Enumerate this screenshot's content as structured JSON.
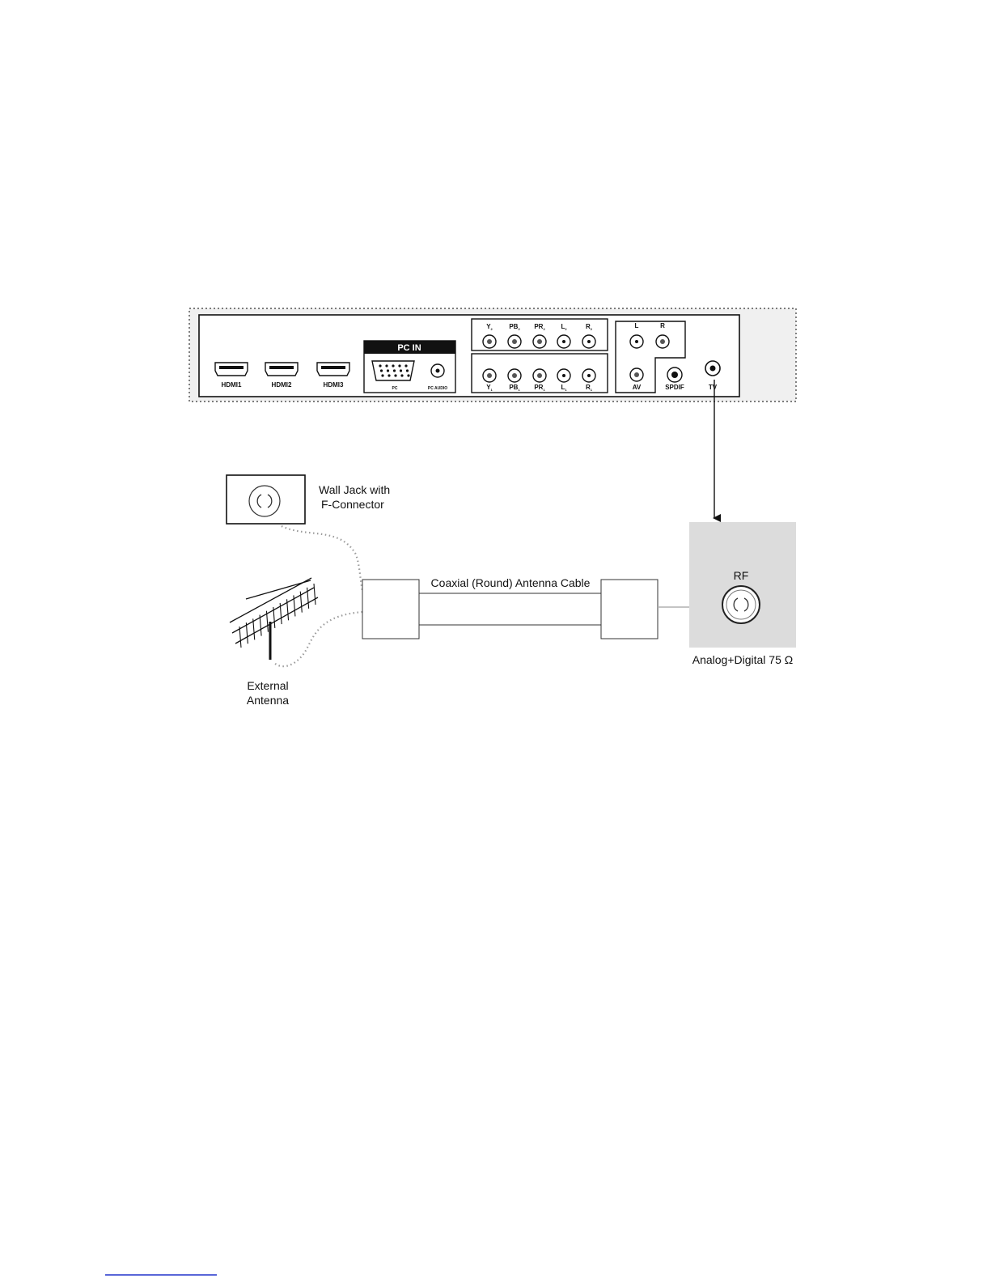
{
  "panel": {
    "hdmi": [
      "HDMI1",
      "HDMI2",
      "HDMI3"
    ],
    "pc_in_header": "PC IN",
    "pc_label": "PC",
    "pc_audio_label": "PC AUDIO",
    "component_top": [
      {
        "base": "Y",
        "sub": "2"
      },
      {
        "base": "PB",
        "sub": "2"
      },
      {
        "base": "PR",
        "sub": "2"
      },
      {
        "base": "L",
        "sub": "2"
      },
      {
        "base": "R",
        "sub": "2"
      }
    ],
    "component_bottom": [
      {
        "base": "Y",
        "sub": "1"
      },
      {
        "base": "PB",
        "sub": "1"
      },
      {
        "base": "PR",
        "sub": "1"
      },
      {
        "base": "L",
        "sub": "1"
      },
      {
        "base": "R",
        "sub": "1"
      }
    ],
    "av_l": "L",
    "av_r": "R",
    "av_label": "AV",
    "spdif_label": "SPDIF",
    "tv_label": "TV"
  },
  "wall_jack": {
    "line1": "Wall Jack with",
    "line2": "F-Connector"
  },
  "antenna": {
    "line1": "External",
    "line2": "Antenna"
  },
  "cable": {
    "label": "Coaxial (Round) Antenna Cable"
  },
  "rf": {
    "label": "RF",
    "spec": "Analog+Digital 75 Ω"
  },
  "colors": {
    "line": "#111111",
    "dotted": "#9a9a9a",
    "rf_panel": "#dcdcdc",
    "panel_bg": "#f0f0f0"
  }
}
